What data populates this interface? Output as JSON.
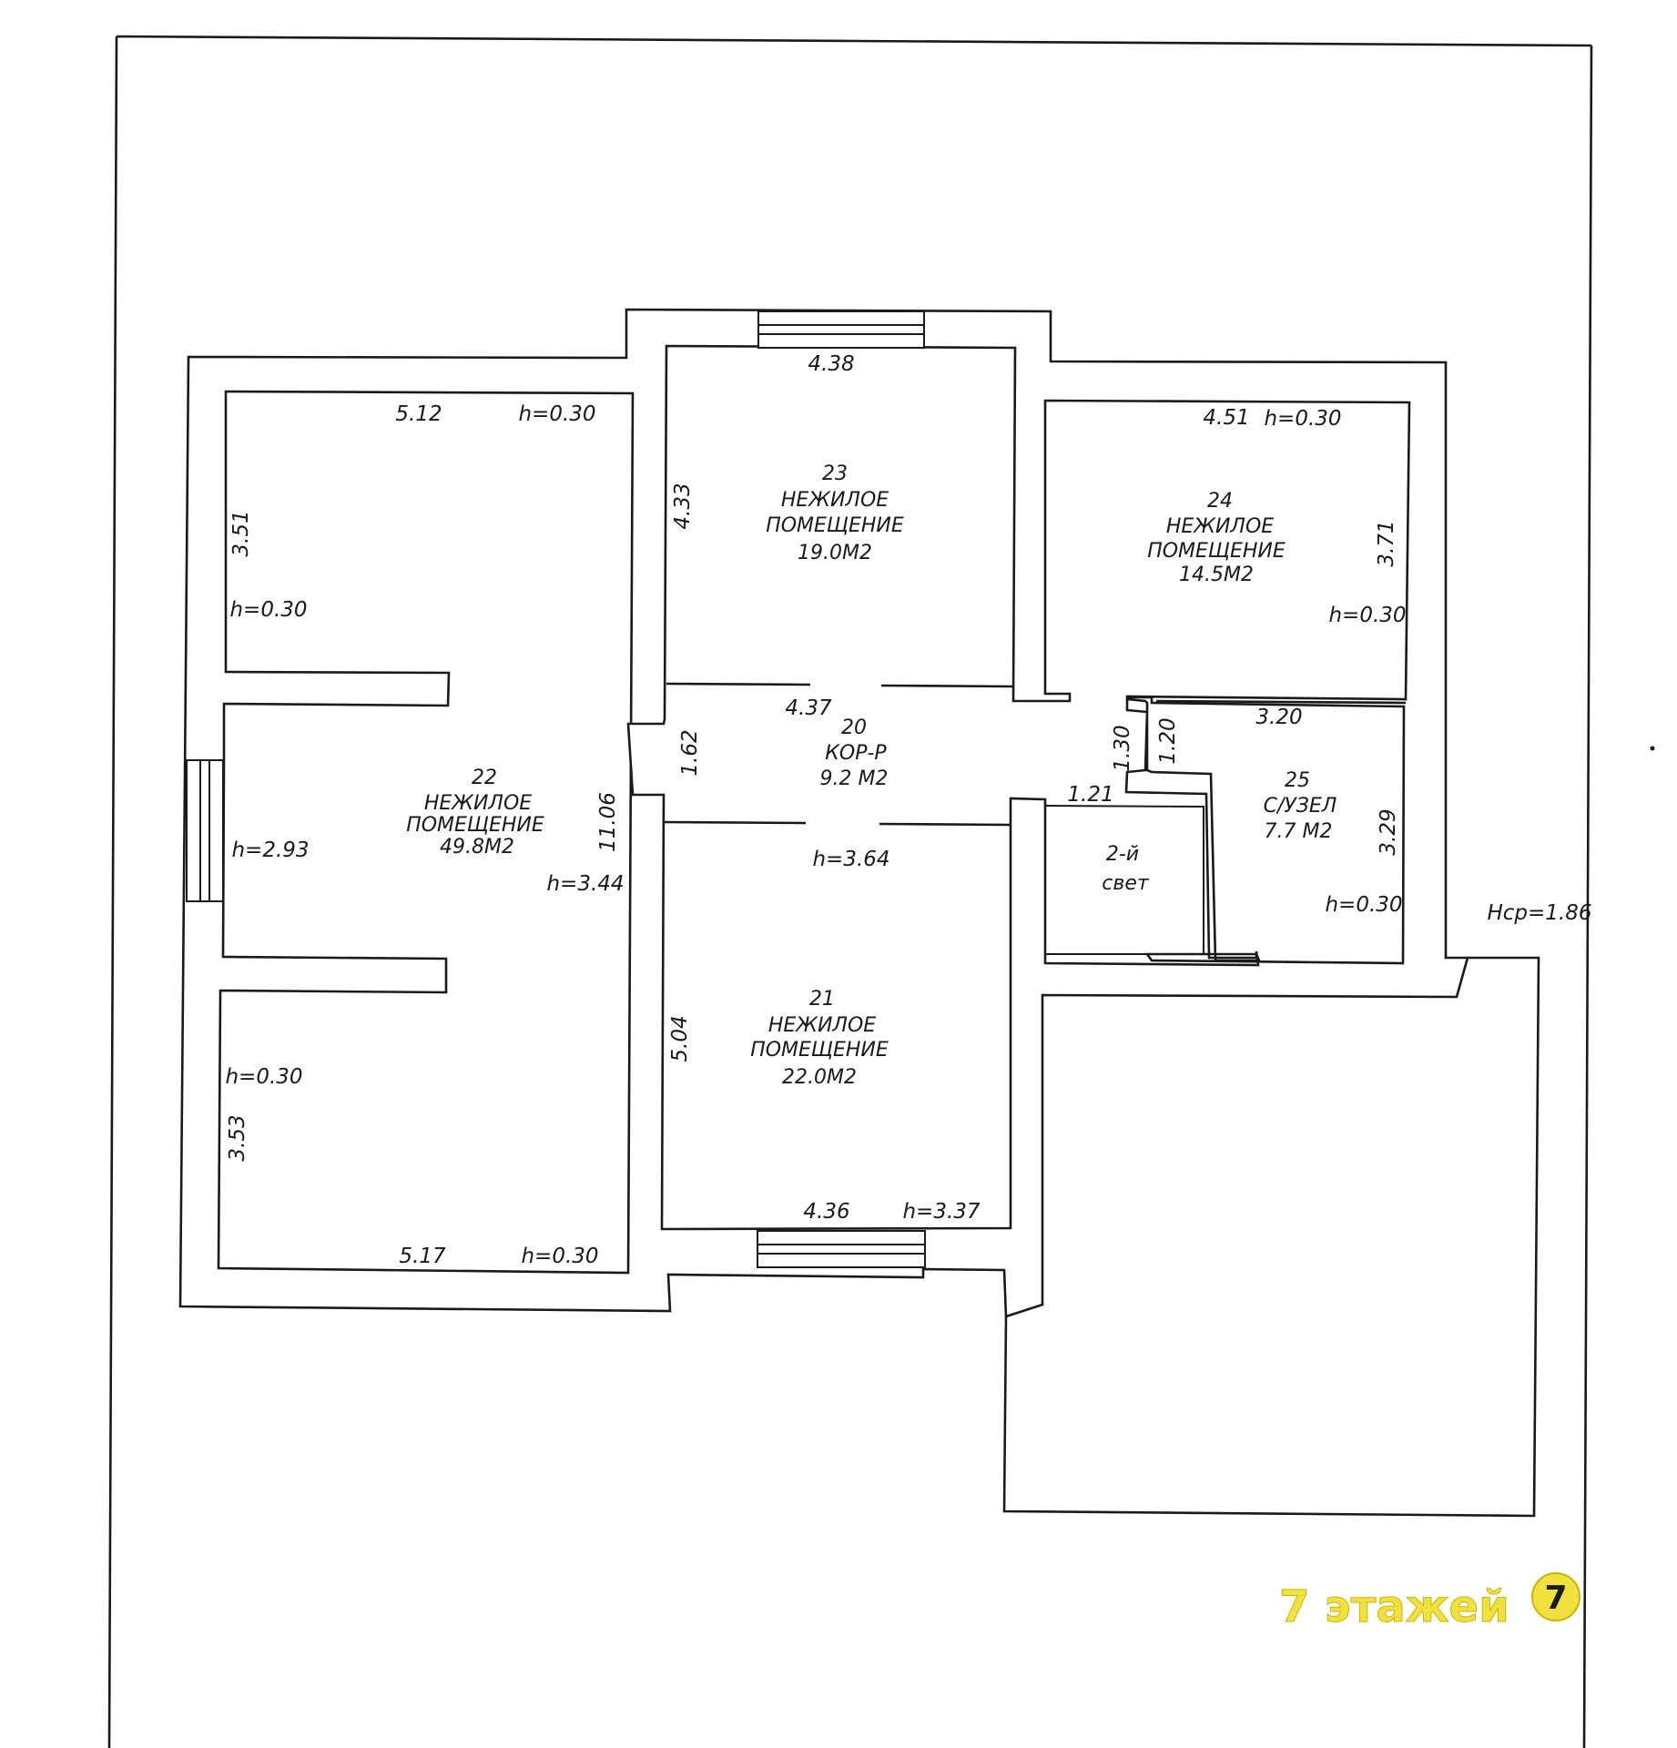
{
  "rooms": {
    "r20": {
      "num": "20",
      "name1": "КОР-Р",
      "area": "9.2 М2"
    },
    "r21": {
      "num": "21",
      "name1": "НЕЖИЛОЕ",
      "name2": "ПОМЕЩЕНИЕ",
      "area": "22.0М2"
    },
    "r22": {
      "num": "22",
      "name1": "НЕЖИЛОЕ",
      "name2": "ПОМЕЩЕНИЕ",
      "area": "49.8М2"
    },
    "r23": {
      "num": "23",
      "name1": "НЕЖИЛОЕ",
      "name2": "ПОМЕЩЕНИЕ",
      "area": "19.0М2"
    },
    "r24": {
      "num": "24",
      "name1": "НЕЖИЛОЕ",
      "name2": "ПОМЕЩЕНИЕ",
      "area": "14.5М2"
    },
    "r25": {
      "num": "25",
      "name1": "С/УЗЕЛ",
      "area": "7.7 М2"
    },
    "light": {
      "line1": "2-й",
      "line2": "свет"
    }
  },
  "dims": {
    "d_438": "4.38",
    "d_433": "4.33",
    "d_512": "5.12",
    "d_351": "3.51",
    "d_451": "4.51",
    "d_371": "3.71",
    "d_437": "4.37",
    "d_162": "1.62",
    "d_1106": "11.06",
    "d_130": "1.30",
    "d_120": "1.20",
    "d_320": "3.20",
    "d_121": "1.21",
    "d_329": "3.29",
    "d_504": "5.04",
    "d_353": "3.53",
    "d_517": "5.17",
    "d_436": "4.36"
  },
  "heights": {
    "h_22_top": "h=0.30",
    "h_22_left": "h=0.30",
    "h_22_mid": "h=2.93",
    "h_22_right": "h=3.44",
    "h_22_bl": "h=0.30",
    "h_22_bottom": "h=0.30",
    "h_24_top": "h=0.30",
    "h_24_right": "h=0.30",
    "h_25": "h=0.30",
    "h_corr": "h=3.64",
    "h_21": "h=3.37",
    "hcp": "Нср=1.86"
  },
  "watermark": {
    "text": "7 этажей",
    "logo_glyph": "7",
    "color": "#f0e040"
  }
}
